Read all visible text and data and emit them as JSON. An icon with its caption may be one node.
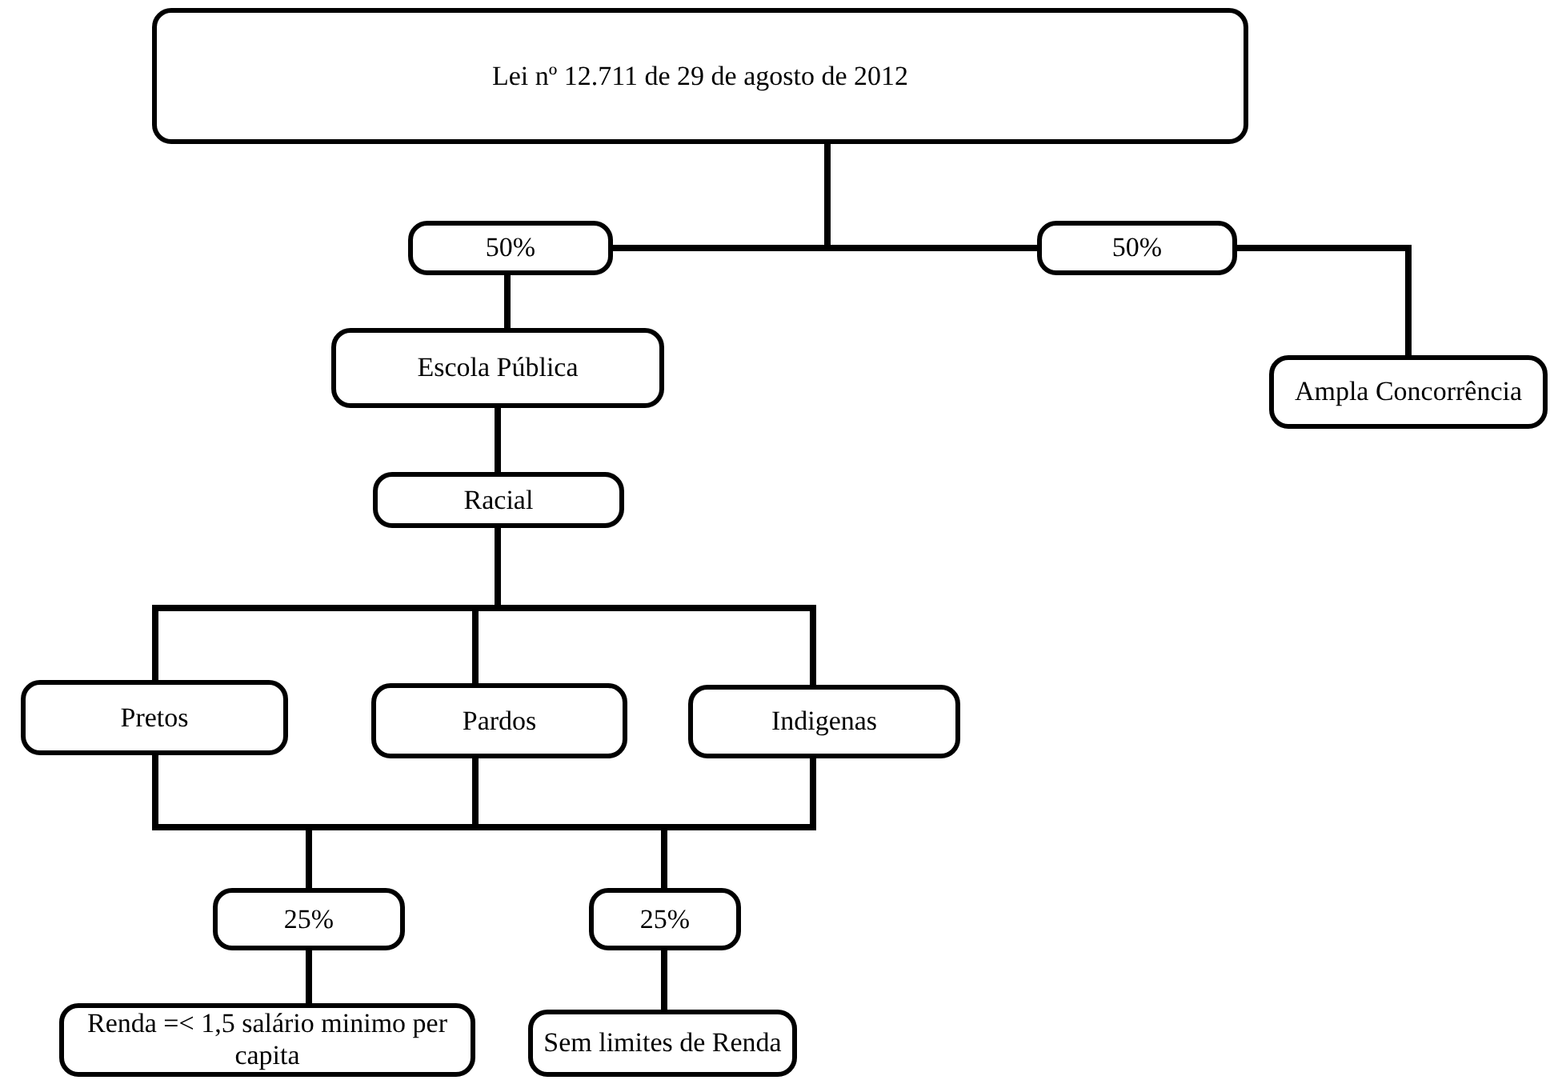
{
  "diagram": {
    "nodes": [
      {
        "text": [
          "Lei nº 12.711 de 29 de agosto de 2012"
        ]
      },
      {
        "text": [
          "50%"
        ]
      },
      {
        "text": [
          "50%"
        ]
      },
      {
        "text": [
          "Escola Pública"
        ]
      },
      {
        "text": [
          "Ampla Concorrência"
        ]
      },
      {
        "text": [
          "Racial"
        ]
      },
      {
        "text": [
          "Pretos"
        ]
      },
      {
        "text": [
          "Pardos"
        ]
      },
      {
        "text": [
          "Indigenas"
        ]
      },
      {
        "text": [
          "25%"
        ]
      },
      {
        "text": [
          "25%"
        ]
      },
      {
        "text": [
          "Renda =< 1,5 salário minimo per capita"
        ]
      },
      {
        "text": [
          "Sem limites de Renda"
        ]
      }
    ],
    "edges": [
      {
        "from": 0,
        "to": 1,
        "arrow": "none"
      },
      {
        "from": 0,
        "to": 2,
        "arrow": "none"
      },
      {
        "from": 1,
        "to": 3,
        "arrow": "none"
      },
      {
        "from": 2,
        "to": 4,
        "arrow": "none"
      },
      {
        "from": 3,
        "to": 5,
        "arrow": "none"
      },
      {
        "from": 5,
        "to": 6,
        "arrow": "none"
      },
      {
        "from": 5,
        "to": 7,
        "arrow": "none"
      },
      {
        "from": 5,
        "to": 8,
        "arrow": "none"
      },
      {
        "from": 6,
        "to": 9,
        "arrow": "none"
      },
      {
        "from": 6,
        "to": 10,
        "arrow": "none"
      },
      {
        "from": 7,
        "to": 9,
        "arrow": "none"
      },
      {
        "from": 7,
        "to": 10,
        "arrow": "none"
      },
      {
        "from": 8,
        "to": 9,
        "arrow": "none"
      },
      {
        "from": 8,
        "to": 10,
        "arrow": "none"
      },
      {
        "from": 9,
        "to": 11,
        "arrow": "none"
      },
      {
        "from": 10,
        "to": 12,
        "arrow": "none"
      }
    ]
  }
}
